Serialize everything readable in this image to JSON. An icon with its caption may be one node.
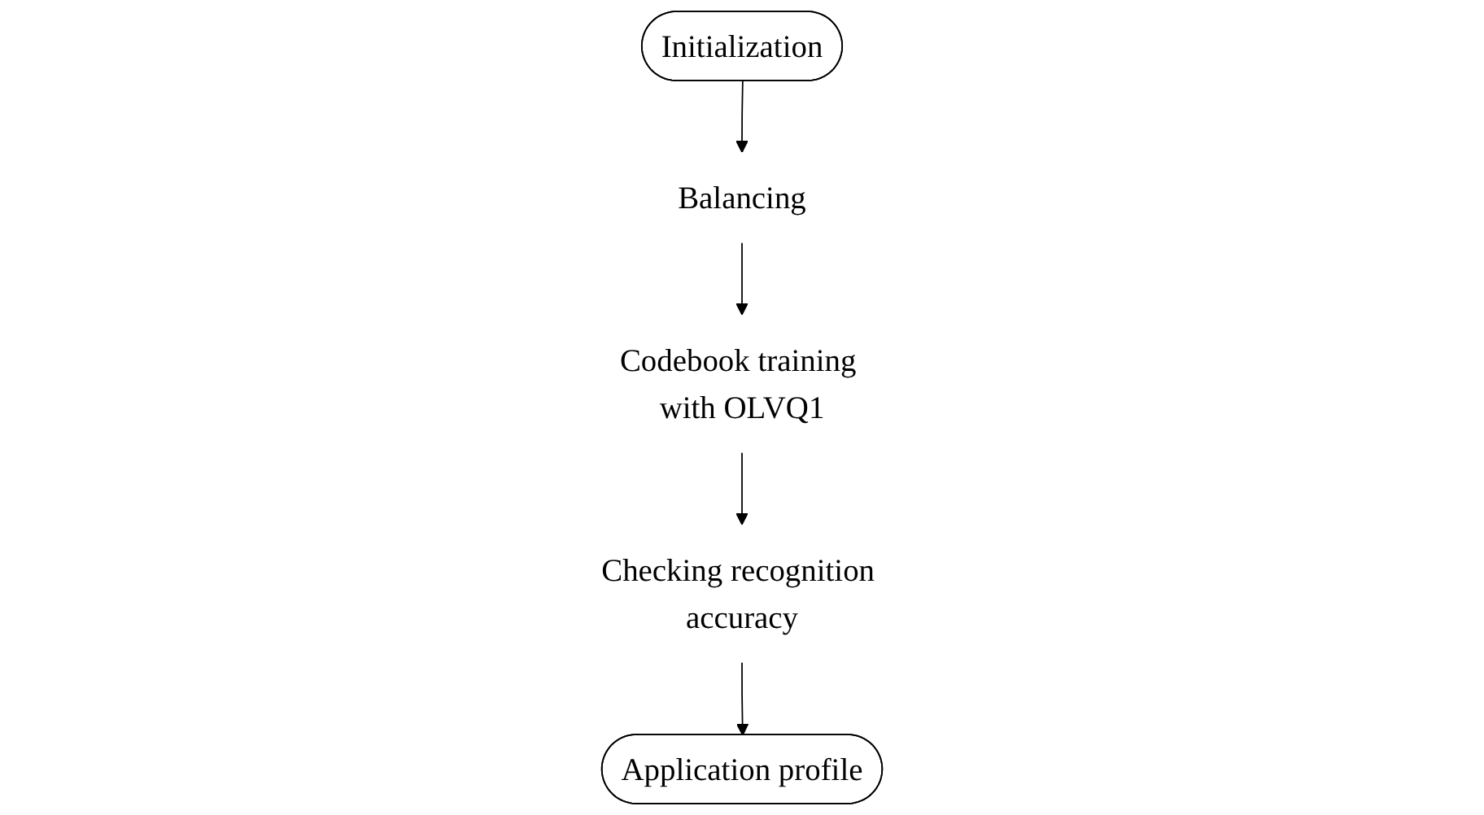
{
  "diagram": {
    "nodes": [
      {
        "text": [
          "Application profile"
        ]
      },
      {
        "text": [
          "Checking recognition accuracy"
        ]
      },
      {
        "text": [
          "Balancing"
        ]
      },
      {
        "text": [
          "Initialization"
        ]
      },
      {
        "text": [
          "Codebook training with OLVQ1"
        ]
      }
    ],
    "edges": [
      {
        "from": 1,
        "to": 0,
        "arrow": "to"
      },
      {
        "from": 3,
        "to": 2,
        "arrow": "to"
      },
      {
        "from": 2,
        "to": 4,
        "arrow": "to"
      },
      {
        "from": 4,
        "to": 1,
        "arrow": "to"
      }
    ]
  }
}
